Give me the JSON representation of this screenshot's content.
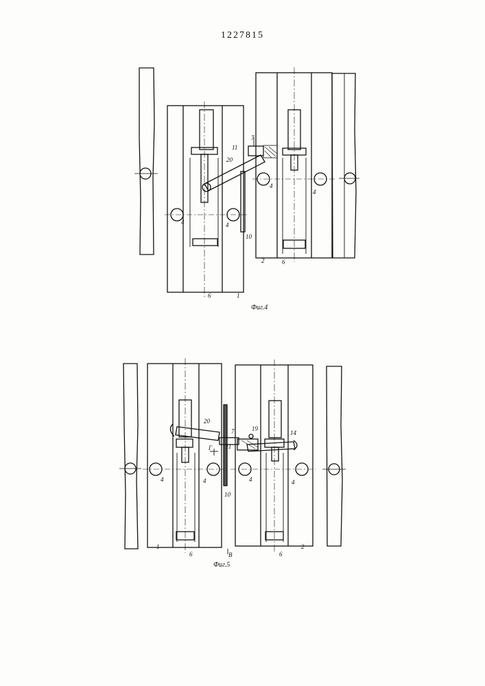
{
  "header": {
    "patent_number": "1227815"
  },
  "figure4": {
    "caption": "Фиг.4",
    "labels": {
      "l1": "1",
      "l2": "2",
      "l4a": "4",
      "l4b": "4",
      "l4c": "4",
      "l4d": "4",
      "l6a": "6",
      "l6b": "6",
      "l7": "7",
      "l10": "10",
      "l11": "11",
      "l20": "20"
    }
  },
  "figure5": {
    "caption": "Фиг.5",
    "labels": {
      "l1": "1",
      "l2": "2",
      "l4a": "4",
      "l4b": "4",
      "l4c": "4",
      "l4d": "4",
      "l6a": "6",
      "l6b": "6",
      "l7": "7",
      "l10": "10",
      "l11": "11",
      "l14": "14",
      "l19": "19",
      "l20": "20",
      "lG": "Г",
      "lB": "В"
    }
  }
}
